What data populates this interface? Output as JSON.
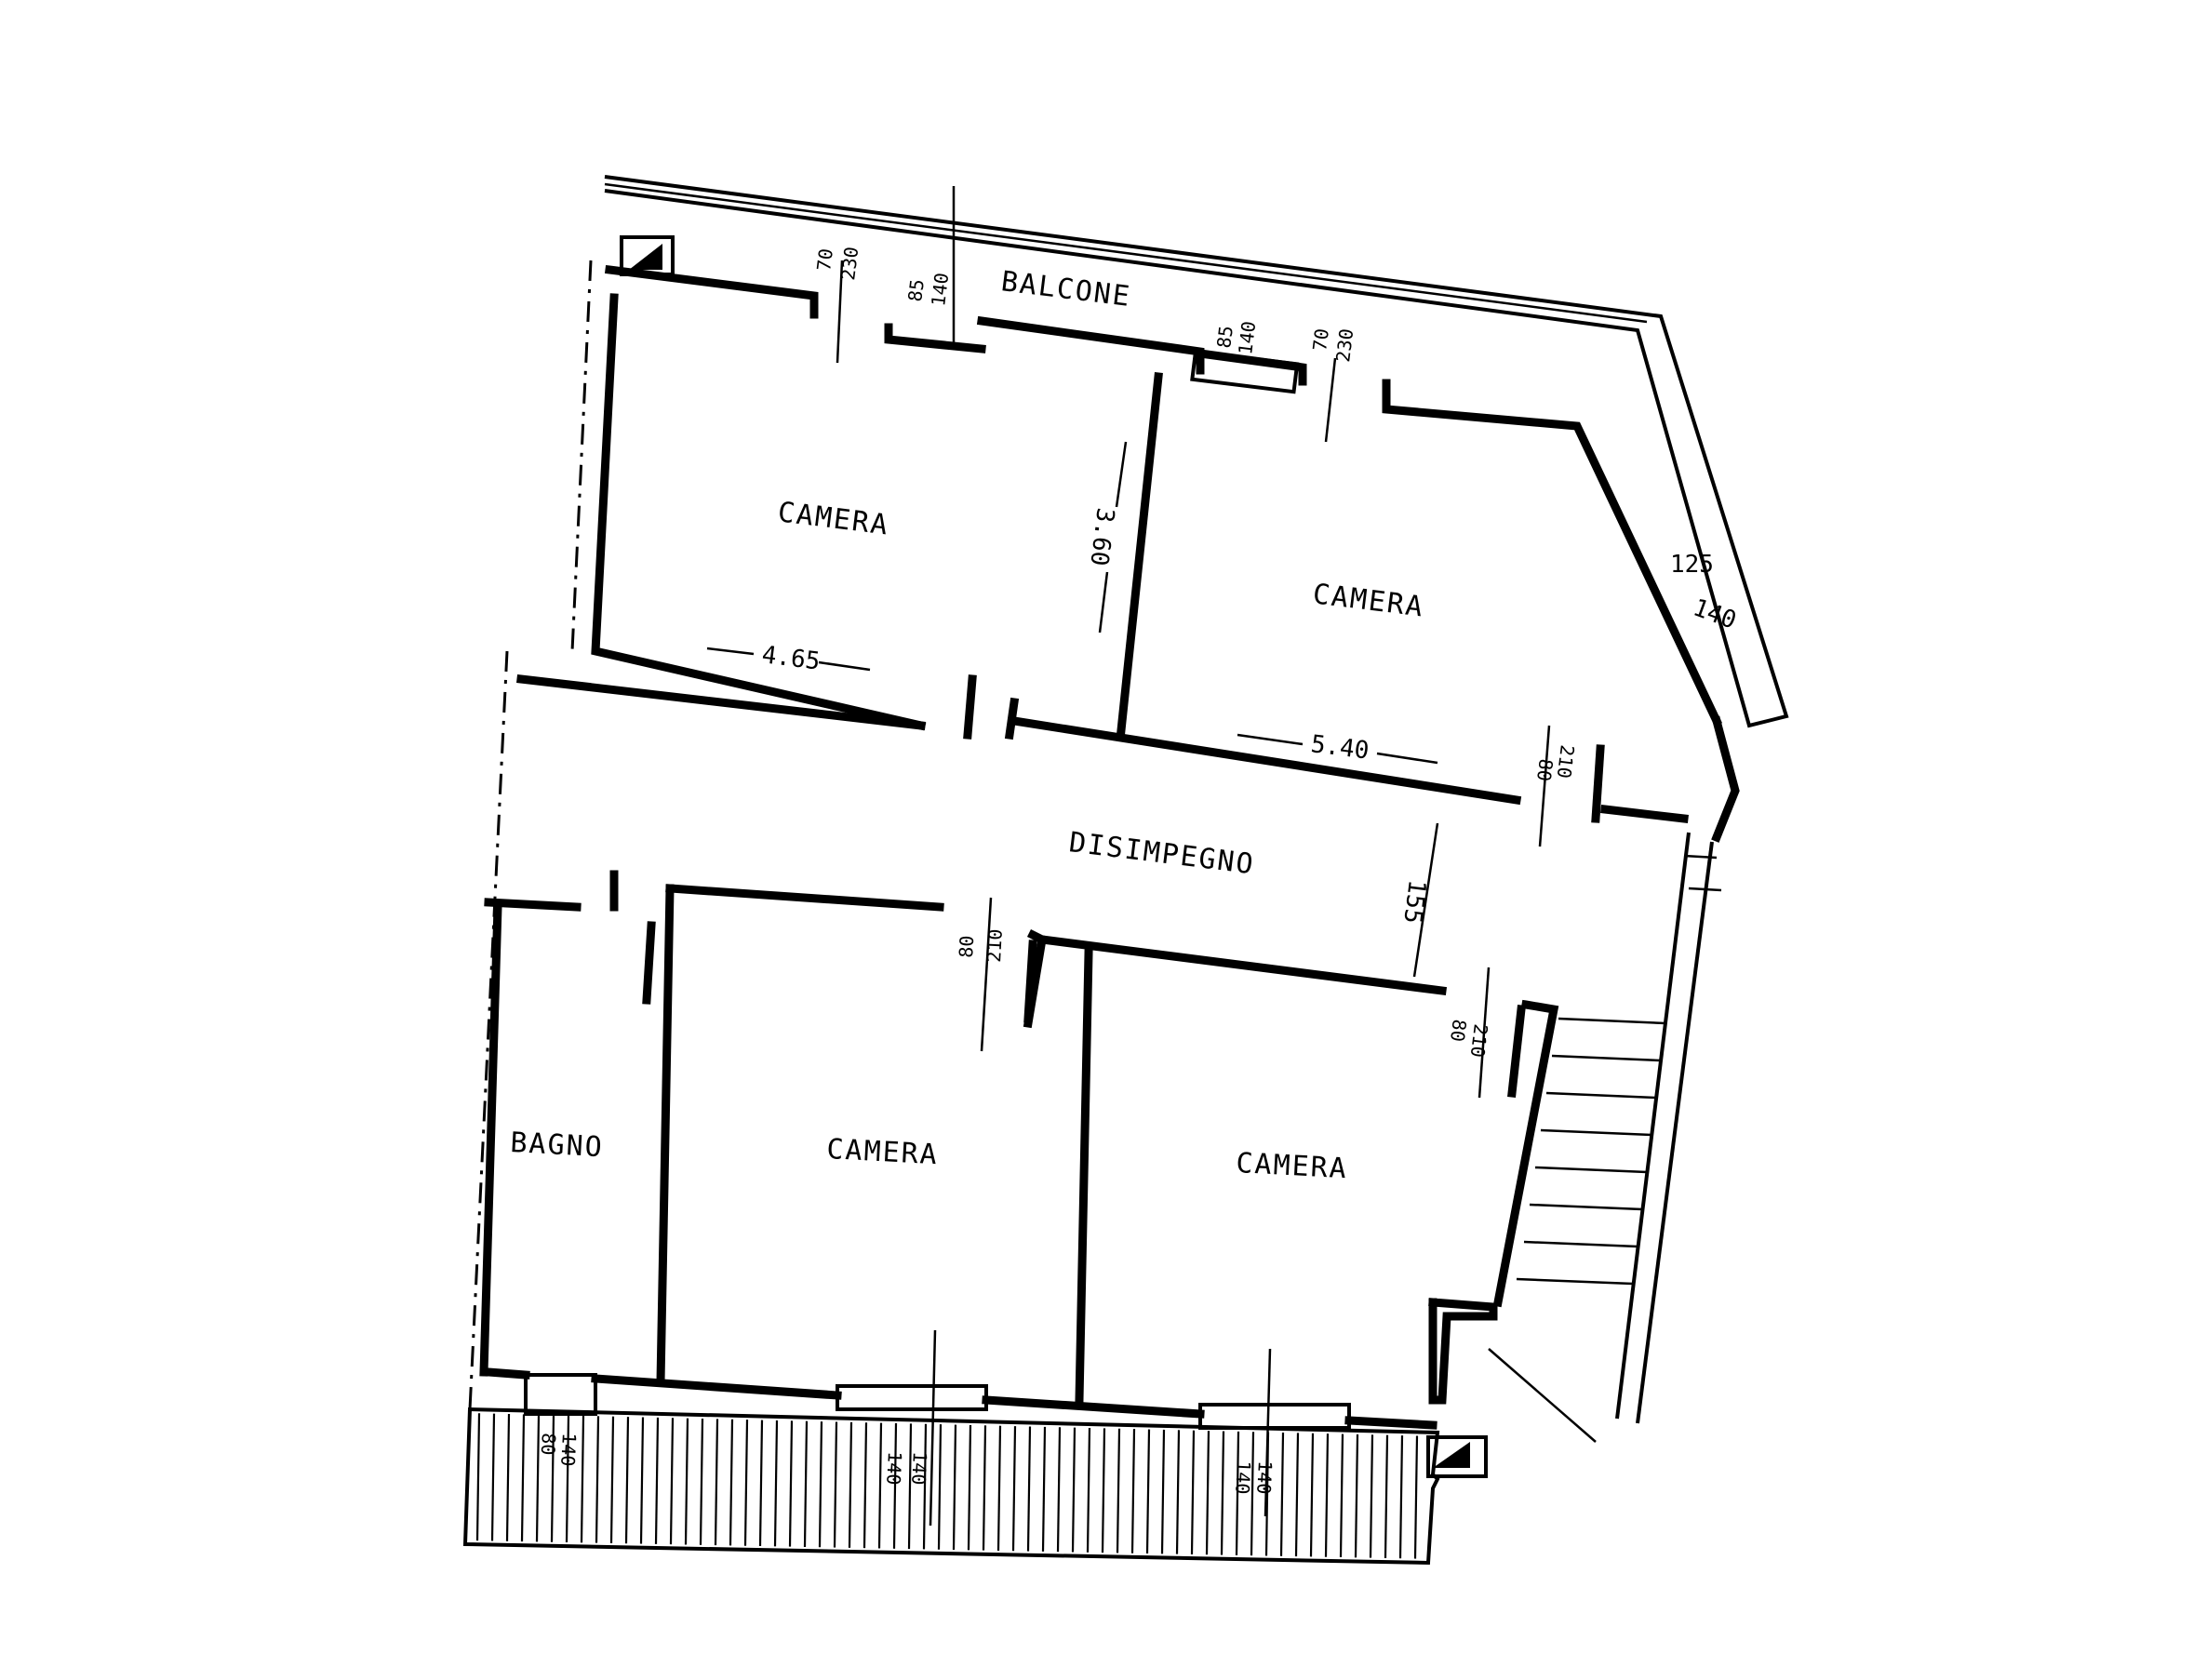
{
  "rooms": {
    "balcone": "BALCONE",
    "camera_top_left": "CAMERA",
    "camera_top_right": "CAMERA",
    "disimpegno": "DISIMPEGNO",
    "bagno": "BAGNO",
    "camera_bottom_left": "CAMERA",
    "camera_bottom_right": "CAMERA"
  },
  "dimensions": {
    "width_top_left": "4.65",
    "height_top_left": "3.60",
    "width_top_right": "5.40",
    "corridor_width": "155",
    "window_angled": {
      "w": "125",
      "h": "140"
    }
  },
  "openings": {
    "door_top_left": {
      "w": "70",
      "h": "230"
    },
    "window_top_left": {
      "w": "85",
      "h": "140"
    },
    "window_top_mid": {
      "w": "85",
      "h": "140"
    },
    "door_top_right": {
      "w": "70",
      "h": "230"
    },
    "door_corridor_east": {
      "w": "80",
      "h": "210"
    },
    "door_bottom_left": {
      "w": "80",
      "h": "210"
    },
    "door_bottom_right": {
      "w": "80",
      "h": "210"
    },
    "window_bagno": {
      "w": "80",
      "h": "140"
    },
    "window_camera_bl": {
      "w": "140",
      "h": "140"
    },
    "window_camera_br": {
      "w": "140",
      "h": "140"
    }
  }
}
